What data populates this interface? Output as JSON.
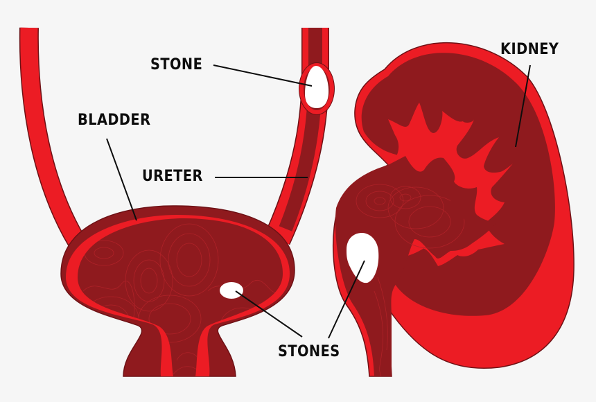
{
  "diagram": {
    "title": "",
    "labels": {
      "stone": "STONE",
      "bladder": "BLADDER",
      "ureter": "URETER",
      "kidney": "KIDNEY",
      "stones": "STONES"
    },
    "structures": [
      "left-ureter",
      "right-ureter",
      "ureteral-stone",
      "bladder",
      "bladder-stone",
      "kidney",
      "renal-pelvis",
      "kidney-stone",
      "kidney-ureter"
    ],
    "colors": {
      "background": "#f6f6f6",
      "tissue_bright": "#ec1c24",
      "tissue_dark": "#8f1a1e",
      "outline": "#6e1216",
      "contour_lines": "#b3242a",
      "stone": "#ffffff",
      "label_text": "#0d0d0d",
      "leader_line": "#0d0d0d"
    }
  }
}
